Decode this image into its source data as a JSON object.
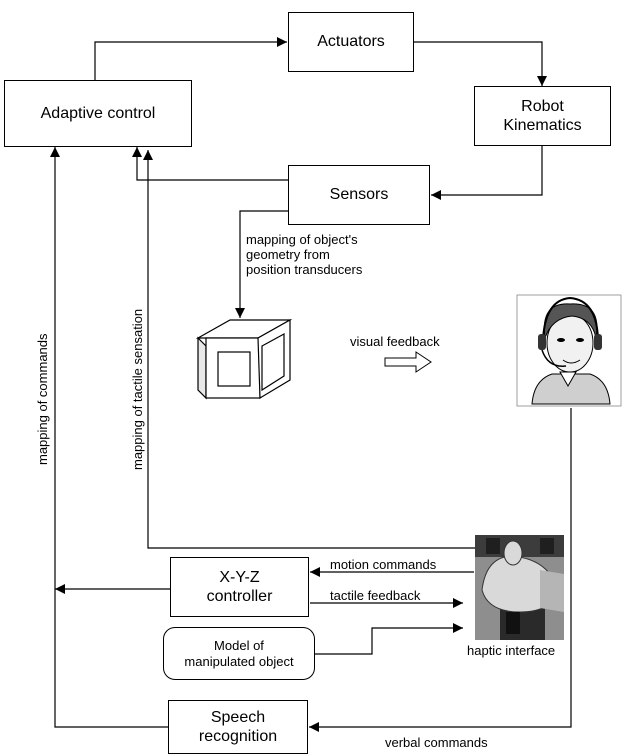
{
  "boxes": {
    "actuators": "Actuators",
    "adaptive_control": "Adaptive control",
    "robot_kinematics": "Robot\nKinematics",
    "sensors": "Sensors",
    "xyz_controller": "X-Y-Z\ncontroller",
    "model_object": "Model of\nmanipulated object",
    "speech_recognition": "Speech\nrecognition"
  },
  "labels": {
    "mapping_geometry": "mapping of object's\ngeometry from\nposition transducers",
    "visual_feedback": "visual feedback",
    "mapping_tactile": "mapping of tactile sensation",
    "mapping_commands": "mapping of commands",
    "motion_commands": "motion commands",
    "tactile_feedback": "tactile feedback",
    "haptic_interface": "haptic interface",
    "verbal_commands": "verbal commands"
  },
  "icons": {
    "monitor": "monitor-icon",
    "operator": "operator-headset-icon",
    "joystick": "haptic-joystick-icon"
  }
}
